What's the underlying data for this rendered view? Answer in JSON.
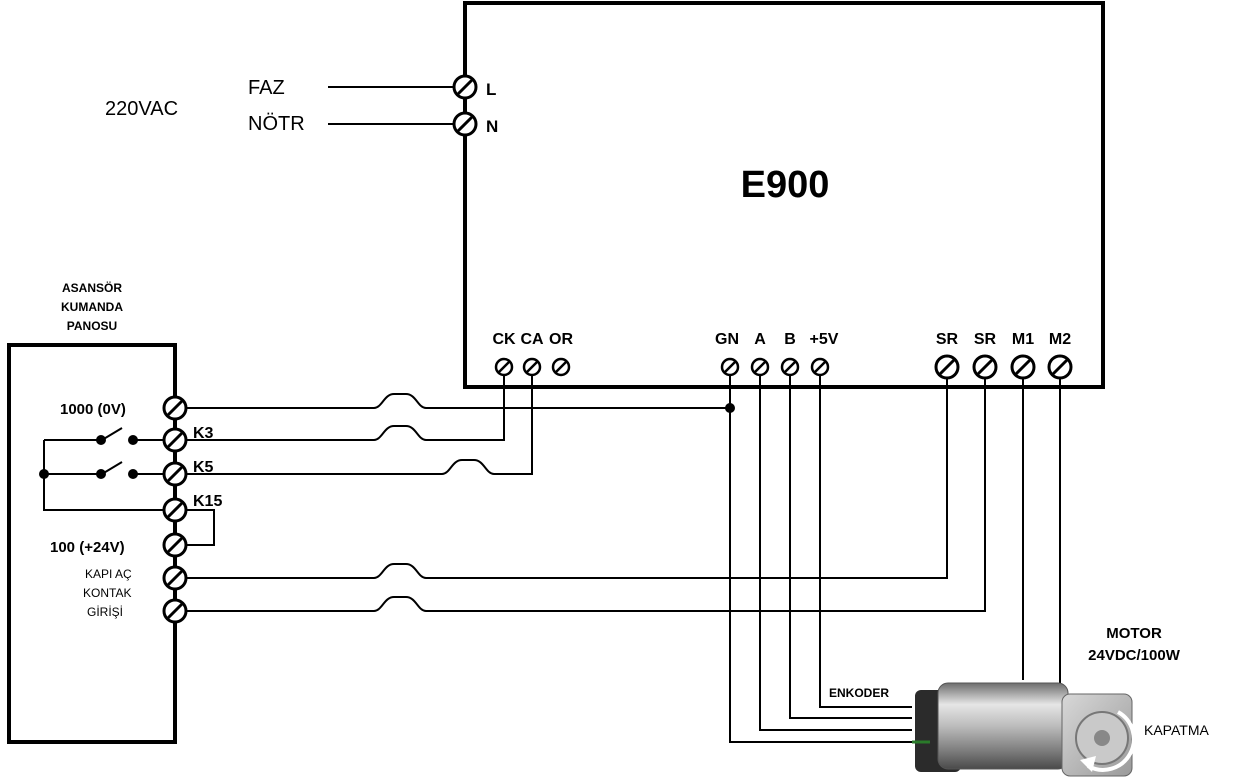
{
  "supply": {
    "voltage": "220VAC",
    "phase": "FAZ",
    "neutral": "NÖTR"
  },
  "controller": {
    "title": "E900",
    "power_terminals": [
      "L",
      "N"
    ],
    "terminals": [
      "CK",
      "CA",
      "OR",
      "GN",
      "A",
      "B",
      "+5V",
      "SR",
      "SR",
      "M1",
      "M2"
    ]
  },
  "panel": {
    "title_line1": "ASANSÖR",
    "title_line2": "KUMANDA",
    "title_line3": "PANOSU",
    "t1000": "1000 (0V)",
    "k3": "K3",
    "k5": "K5",
    "k15": "K15",
    "t100": "100 (+24V)",
    "door_line1": "KAPI AÇ",
    "door_line2": "KONTAK",
    "door_line3": "GİRİŞİ"
  },
  "motor": {
    "title": "MOTOR",
    "rating": "24VDC/100W",
    "encoder": "ENKODER",
    "direction": "KAPATMA"
  }
}
